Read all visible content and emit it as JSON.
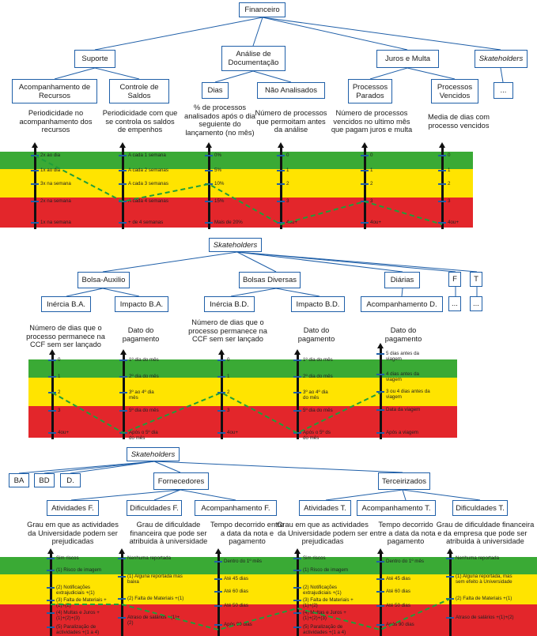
{
  "colors": {
    "green": "#3aaa35",
    "yellow": "#ffe400",
    "red": "#e3262b",
    "line": "#1f5fa8",
    "trend": "#1f9e3a"
  },
  "d1": {
    "root": "Financeiro",
    "suporte": "Suporte",
    "analise": "Análise de Documentação",
    "juros": "Juros e Multa",
    "skate": "Skateholders",
    "acomp": "Acompanhamento de Recursos",
    "controle": "Controle de Saldos",
    "dias": "Dias",
    "nao": "Não Analisados",
    "parados": "Processos Parados",
    "vencidos": "Processos Vencidos",
    "dots": "...",
    "desc": [
      "Periodicidade no acompanhamento dos recursos",
      "Periodicidade com que se controla os saldos de empenhos",
      "% de processos analisados após o dia seguiente do lançamento (no mês)",
      "Número de processos que permoitam antes da análise",
      "Número de processos vencidos no ultimo mês que pagam juros e multa",
      "Media de dias com processo vencidos"
    ],
    "scales": [
      [
        "2x ao dia",
        "1x ao dia",
        "3x na semana",
        "2x na semana",
        "1x na semana"
      ],
      [
        "A cada 1 semana",
        "A cada 2 semanas",
        "A cada 3 semanas",
        "A cada 4 semanas",
        "+ de 4 semanas"
      ],
      [
        "0%",
        "5%",
        "10%",
        "15%",
        "Mais de 20%"
      ],
      [
        "0",
        "1",
        "2",
        "3",
        "4ou+"
      ],
      [
        "0",
        "1",
        "2",
        "3",
        "4ou+"
      ],
      [
        "0",
        "1",
        "2",
        "3",
        "4ou+"
      ]
    ]
  },
  "d2": {
    "root": "Skateholders",
    "bolsa": "Bolsa-Auxilio",
    "bolsas": "Bolsas Diversas",
    "diarias": "Diárias",
    "f": "F",
    "t": "T",
    "inercia_ba": "Inércia B.A.",
    "impacto_ba": "Impacto B.A.",
    "inercia_bd": "Inércia B.D.",
    "impacto_bd": "Impacto B.D.",
    "acomp_d": "Acompanhamento D.",
    "dots": "...",
    "desc": [
      "Número de dias que o processo permanece na CCF sem ser lançado",
      "Dato do pagamento",
      "Número de dias que o processo permanece na CCF sem ser lançado",
      "Dato do pagamento",
      "Dato do pagamento"
    ],
    "scales": [
      [
        "0",
        "1",
        "2",
        "3",
        "4ou+"
      ],
      [
        "1º dia do mês",
        "2º dia do mês",
        "3º ao 4º dia mês",
        "5º dia do mês",
        "Após o 5º dia do mês"
      ],
      [
        "0",
        "1",
        "2",
        "3",
        "4ou+"
      ],
      [
        "1º dia do mês",
        "2º dia do mês",
        "3º ao 4º dia do mês",
        "5º dia do mês",
        "Após o 5º ds do mês"
      ],
      [
        "5 dias antes da viagem",
        "4 dias antes da viagem",
        "3 ou 4 dias antes da viagem",
        "Data da viagem",
        "Após a viagem"
      ]
    ]
  },
  "d3": {
    "root": "Skateholders",
    "ba": "BA",
    "bd": "BD",
    "d": "D.",
    "fornecedores": "Fornecedores",
    "terceirizados": "Terceirizados",
    "ativ_f": "Atividades F.",
    "dif_f": "Dificuldades F.",
    "acomp_f": "Acompanhamento F.",
    "ativ_t": "Atividades T.",
    "acomp_t": "Acompanhamento T.",
    "dif_t": "Dificuldades T.",
    "desc": [
      "Grau em que as actividades da Universidade podem ser prejudicadas",
      "Grau de dificuldade financeira que pode ser atribuida à universidade",
      "Tempo decorrido entre a data da nota e pagamento",
      "Grau em que as actividades da Universidade podem ser prejudicadas",
      "Tempo decorrido entre a data da nota e pagamento",
      "Grau de dificuldade financeira da empresa que pode ser atribuida à universidade"
    ],
    "scales": [
      [
        "Sim riscos",
        "(1) Risco de imagem",
        "(2) Notificações extrajudiciais +(1)",
        "(3) Falta de Materiais +(1)+(2)",
        "(4) Multas e Juros +(1)+(2)+(3)",
        "(5) Paralização de actividades +(1 a 4)"
      ],
      [
        "Nenhuma reportada",
        "(1) Alguna reportada mas baixa",
        "(2) Falta de Materiais +(1)",
        "Atraso de salários +(1)+(2)"
      ],
      [
        "Dentro do 1º mês",
        "Até 45 dias",
        "Até 60 dias",
        "Até 50 dias",
        "Após 90 dias"
      ],
      [
        "Sim riscos",
        "(1) Risco de imagem",
        "(2) Notificações extrajudiciais +(1)",
        "(3) Falta de Materiais +(1)+(2)",
        "(4) Multas e Juros +(1)+(2)+(3)",
        "(5) Paralização de actividades +(1 a 4)"
      ],
      [
        "Dentro do 1º mês",
        "Até 45 dias",
        "Até 60 dias",
        "Até 50 dias",
        "Após 90 dias"
      ],
      [
        "Nenhuma reportada",
        "(1) Alguna reportada, mas sem efeito à Universidade",
        "(2) Falta de Materiais +(1)",
        "Atraso de salários +(1)+(2)"
      ]
    ]
  }
}
